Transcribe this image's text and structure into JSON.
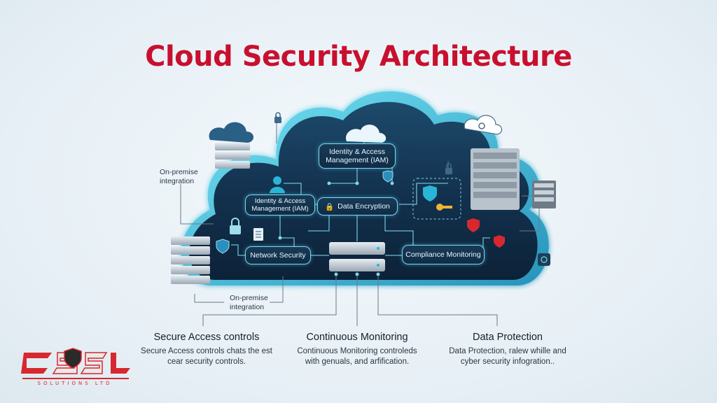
{
  "title": "Cloud Security Architecture",
  "cloud_nodes": {
    "iam_top": "Identity & Access Management (IAM)",
    "iam_left": "Identity & Access Management (IAM)",
    "data_encryption": "Data Encryption",
    "network_security": "Network Security",
    "compliance_monitoring": "Compliance Monitoring"
  },
  "side_labels": {
    "on_premise_top": "On-premise integration",
    "on_premise_bottom": "On-premise integration"
  },
  "columns": [
    {
      "heading": "Secure Access controls",
      "description": "Secure Access controls chats the est cear security controls."
    },
    {
      "heading": "Continuous Monitoring",
      "description": "Continuous Monitoring controleds with genuals, and arfification."
    },
    {
      "heading": "Data Protection",
      "description": "Data Protection, ralew whille and cyber security infogration.."
    }
  ],
  "logo": {
    "text": "CSSL",
    "subtext": "SOLUTIONS LTD"
  },
  "colors": {
    "title": "#c8102e",
    "cloud_dark": "#102a44",
    "cloud_glow": "#29b6d6",
    "accent_red": "#d7282f"
  }
}
